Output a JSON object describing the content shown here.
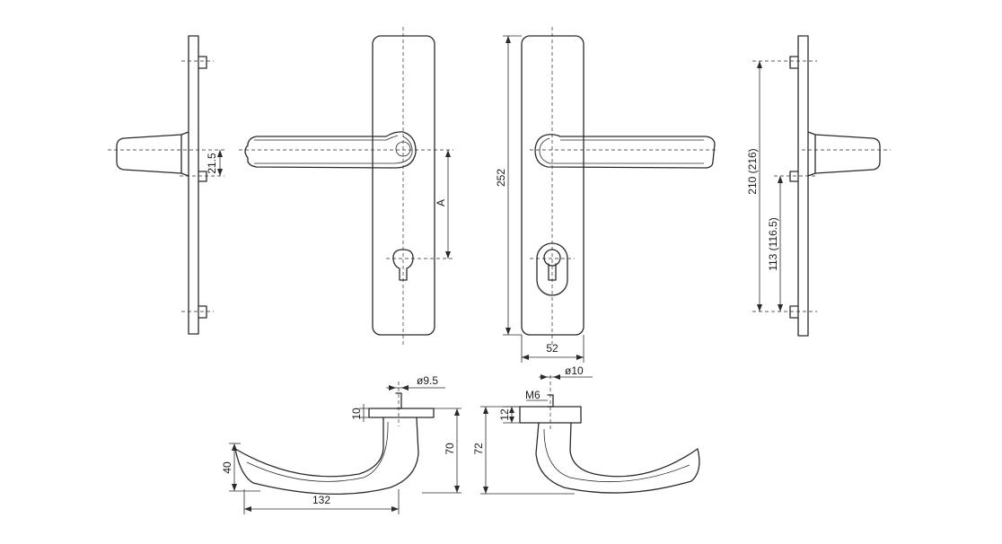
{
  "colors": {
    "line": "#2a2a2a",
    "background": "#ffffff"
  },
  "dimensions": {
    "side_left_pitch": "21.5",
    "front_left_axis": "A",
    "front_right_height": "252",
    "front_right_width": "52",
    "side_right_outer": "210 (216)",
    "side_right_inner": "113 (116.5)",
    "lever_left_shaft": "ø9.5",
    "lever_left_rose": "10",
    "lever_left_drop": "40",
    "lever_left_height": "70",
    "lever_left_length": "132",
    "lever_right_shaft": "ø10",
    "lever_right_thread": "M6",
    "lever_right_rose": "12",
    "lever_right_height": "72"
  }
}
